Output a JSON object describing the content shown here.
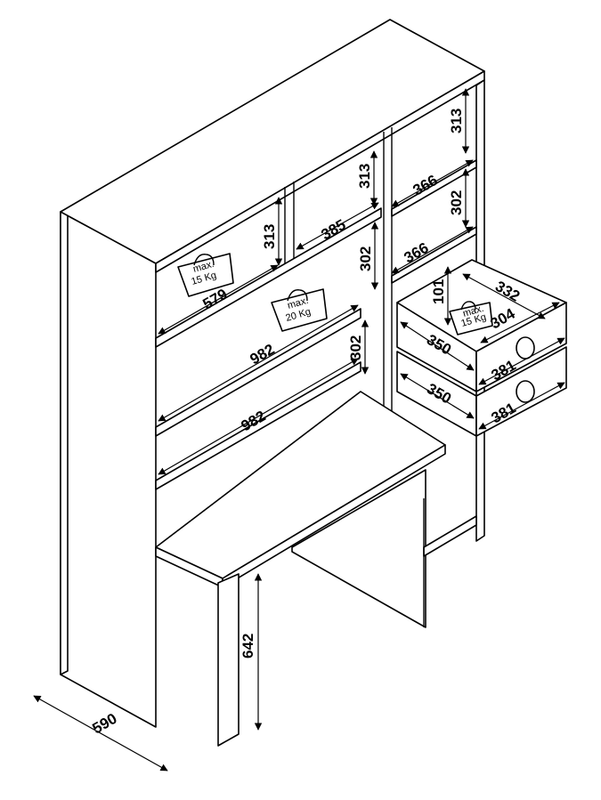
{
  "dimensions": {
    "depth": "590",
    "desk_height": "642",
    "top_shelf_width": "579",
    "upper_shelf_width": "982",
    "lower_shelf_width": "982",
    "mid_compartment_height": "313",
    "mid_compartment_width": "385",
    "mid_shelf_height": "302",
    "small_shelf_height": "302",
    "right_top_height": "313",
    "right_center_height": "313",
    "right_top_width": "366",
    "right_mid_height": "302",
    "right_mid_width": "366",
    "drawer_inner_height": "101",
    "drawer_inner_depth": "332",
    "drawer_inner_width": "304",
    "drawer_upper_depth": "350",
    "drawer_lower_depth": "350",
    "drawer_upper_front": "381",
    "drawer_lower_front": "381"
  },
  "weights": {
    "top_shelf": [
      "max.",
      "15 Kg"
    ],
    "middle_shelf": [
      "max.",
      "20 Kg"
    ],
    "drawer": [
      "max.",
      "15 Kg"
    ]
  }
}
